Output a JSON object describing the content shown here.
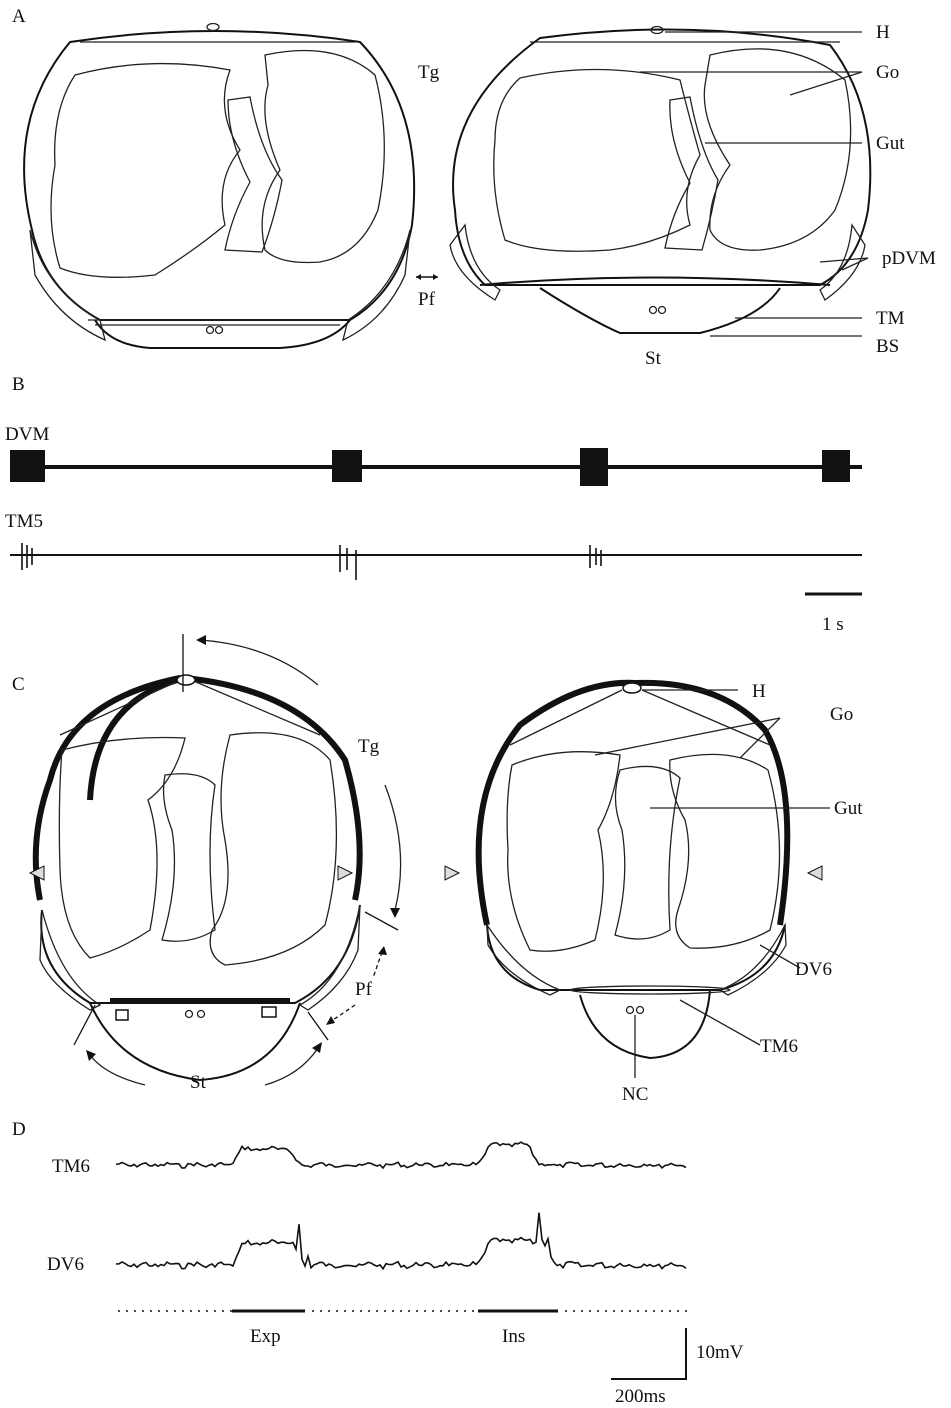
{
  "panels": {
    "a": "A",
    "b": "B",
    "c": "C",
    "d": "D"
  },
  "panelA": {
    "tg": "Tg",
    "pf": "Pf",
    "st": "St",
    "h": "H",
    "go": "Go",
    "gut": "Gut",
    "pdvm": "pDVM",
    "tm": "TM",
    "bs": "BS"
  },
  "panelB": {
    "dvm": "DVM",
    "tm5": "TM5",
    "scale": "1 s"
  },
  "panelC": {
    "tg": "Tg",
    "pf": "Pf",
    "st": "St",
    "h": "H",
    "go": "Go",
    "gut": "Gut",
    "dv6": "DV6",
    "tm6": "TM6",
    "nc": "NC"
  },
  "panelD": {
    "tm6": "TM6",
    "dv6": "DV6",
    "exp": "Exp",
    "ins": "Ins",
    "scale_v": "10mV",
    "scale_t": "200ms"
  }
}
